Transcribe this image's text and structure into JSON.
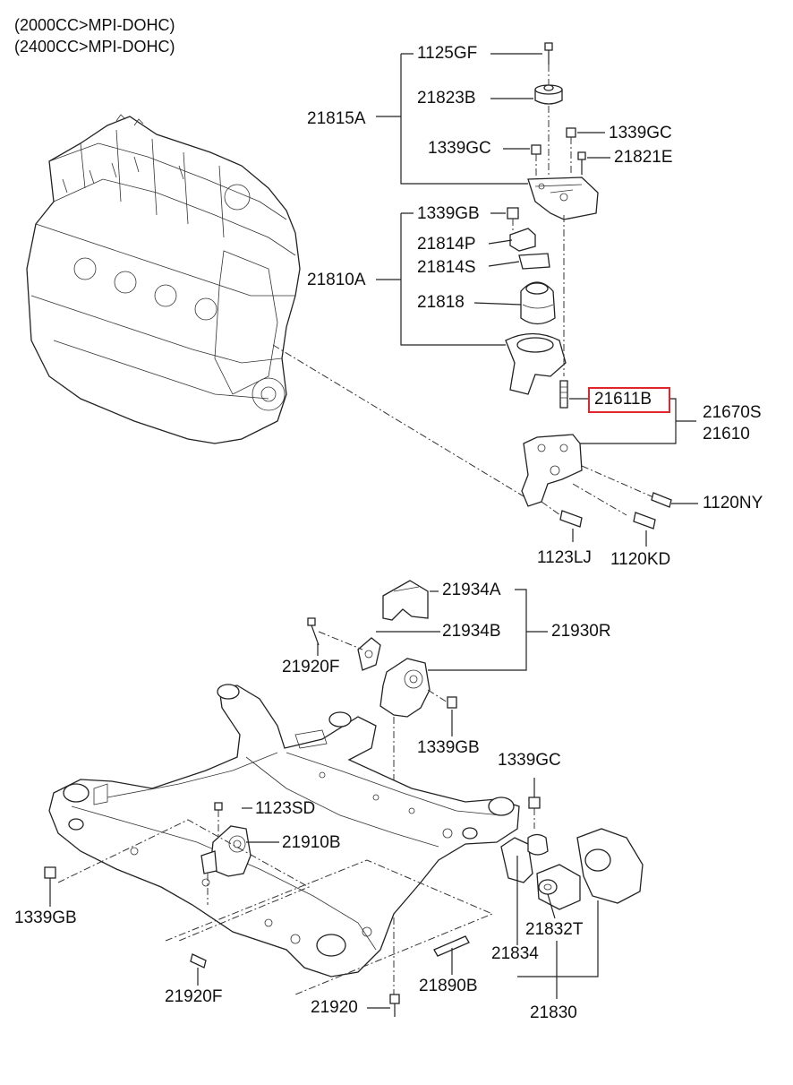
{
  "header": {
    "line1": "(2000CC>MPI-DOHC)",
    "line2": "(2400CC>MPI-DOHC)"
  },
  "highlight_color": "#e0262b",
  "labels": {
    "p1125GF": "1125GF",
    "p21823B": "21823B",
    "p21815A": "21815A",
    "p1339GC_top": "1339GC",
    "p1339GC_left": "1339GC",
    "p21821E": "21821E",
    "p1339GB_top": "1339GB",
    "p21814P": "21814P",
    "p21814S": "21814S",
    "p21810A": "21810A",
    "p21818": "21818",
    "p21611B": "21611B",
    "p21670S": "21670S",
    "p21610": "21610",
    "p1120NY": "1120NY",
    "p1123LJ": "1123LJ",
    "p1120KD": "1120KD",
    "p21934A": "21934A",
    "p21934B": "21934B",
    "p21930R": "21930R",
    "p21920F_top": "21920F",
    "p1339GB_mid": "1339GB",
    "p1339GC_right": "1339GC",
    "p1123SD": "1123SD",
    "p21910B": "21910B",
    "p1339GB_left": "1339GB",
    "p21832T": "21832T",
    "p21834": "21834",
    "p21920F_bot": "21920F",
    "p21890B": "21890B",
    "p21920": "21920",
    "p21830": "21830"
  },
  "icons": {
    "engine": "engine-block-icon",
    "subframe": "subframe-icon"
  }
}
